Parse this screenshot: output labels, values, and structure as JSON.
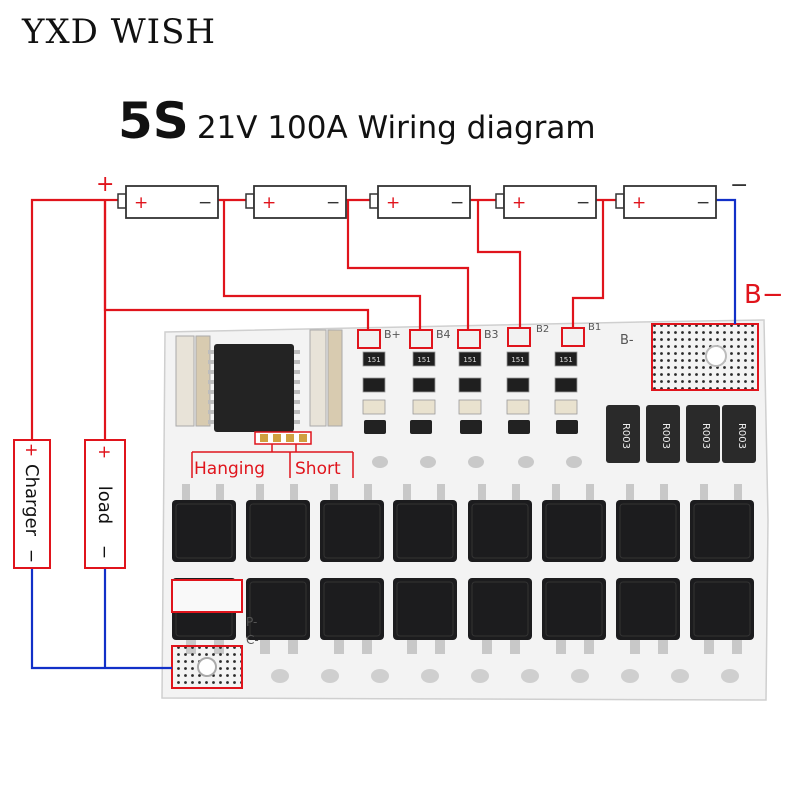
{
  "brand": "YXD WISH",
  "title": {
    "main": "5S",
    "sub": "21V 100A Wiring diagram"
  },
  "colors": {
    "wire_red": "#e0141c",
    "wire_blue": "#1230c8",
    "board": "#f2f2f2",
    "mosfet": "#1c1c1e"
  },
  "batteries": [
    {
      "plus": "+",
      "minus": "−"
    },
    {
      "plus": "+",
      "minus": "−"
    },
    {
      "plus": "+",
      "minus": "−"
    },
    {
      "plus": "+",
      "minus": "−"
    },
    {
      "plus": "+",
      "minus": "−"
    }
  ],
  "terminals": {
    "plus": "+",
    "minus": "−",
    "b_minus_wire": "B−"
  },
  "board_labels": {
    "b_plus": "B+",
    "b4": "B4",
    "b3": "B3",
    "b2": "B2",
    "b1": "B1",
    "b_minus": "B-",
    "p_minus": "P-",
    "c_minus": "C-"
  },
  "pads": {
    "hanging": "Hanging",
    "short": "Short"
  },
  "resistors": [
    "R003",
    "R003",
    "R003",
    "R003"
  ],
  "small_resistor_code": "151",
  "devices": [
    {
      "label": "Charger",
      "plus": "+",
      "minus": "−"
    },
    {
      "label": "load",
      "plus": "+",
      "minus": "−"
    }
  ]
}
